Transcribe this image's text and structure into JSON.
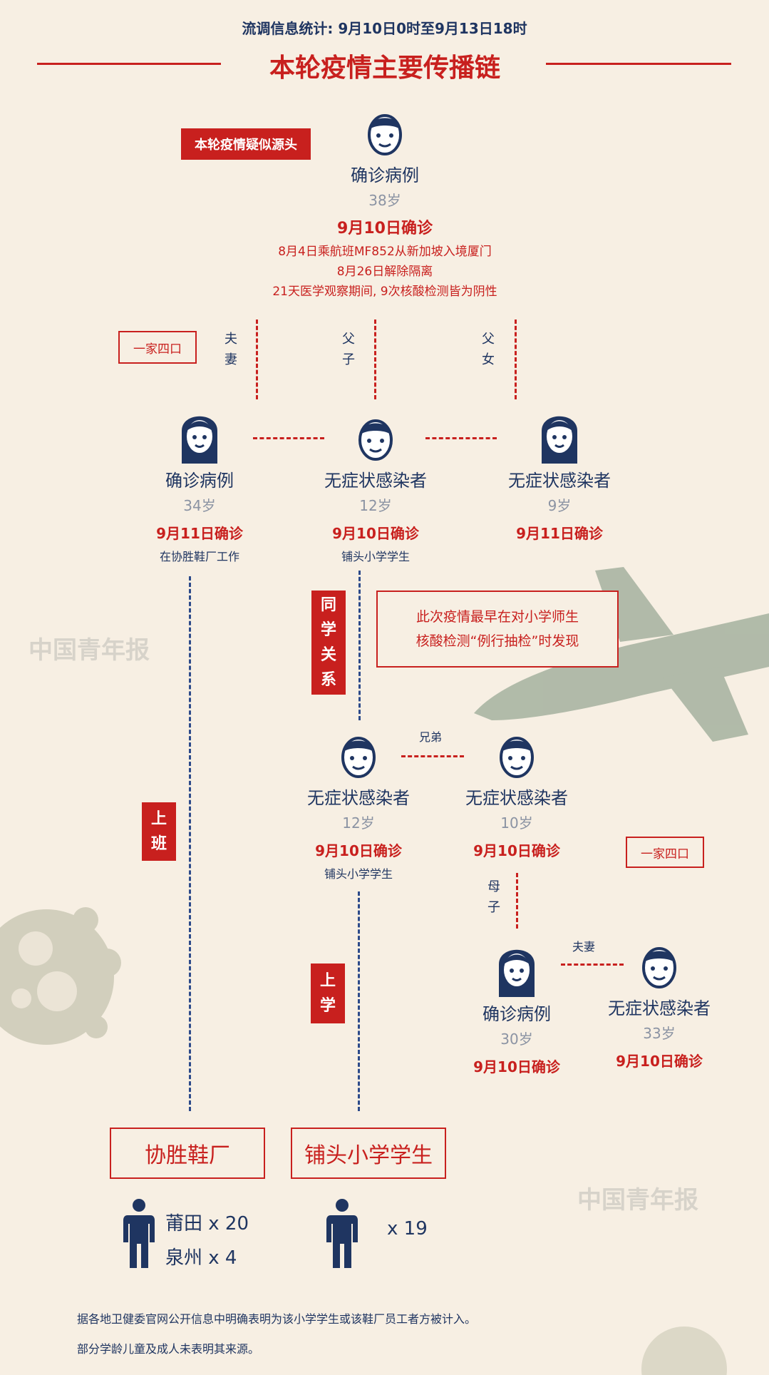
{
  "header": {
    "stats_note": "流调信息统计: 9月10日0时至9月13日18时",
    "title": "本轮疫情主要传播链"
  },
  "source": {
    "tag": "本轮疫情疑似源头",
    "type": "确诊病例",
    "age": "38岁",
    "date": "9月10日确诊",
    "note1": "8月4日乘航班MF852从新加坡入境厦门",
    "note2": "8月26日解除隔离",
    "note3": "21天医学观察期间, 9次核酸检测皆为阴性"
  },
  "family1": {
    "tag": "一家四口",
    "rel_spouse": [
      "夫",
      "妻"
    ],
    "rel_son": [
      "父",
      "子"
    ],
    "rel_daughter": [
      "父",
      "女"
    ],
    "mother": {
      "type": "确诊病例",
      "age": "34岁",
      "date": "9月11日确诊",
      "note": "在协胜鞋厂工作"
    },
    "son": {
      "type": "无症状感染者",
      "age": "12岁",
      "date": "9月10日确诊",
      "note": "铺头小学学生"
    },
    "daughter": {
      "type": "无症状感染者",
      "age": "9岁",
      "date": "9月11日确诊"
    }
  },
  "classmate": {
    "tag": [
      "同",
      "学",
      "关",
      "系"
    ],
    "notice_line1": "此次疫情最早在对小学师生",
    "notice_line2": "核酸检测“例行抽检”时发现"
  },
  "brothers": {
    "rel": "兄弟",
    "left": {
      "type": "无症状感染者",
      "age": "12岁",
      "date": "9月10日确诊",
      "note": "铺头小学学生"
    },
    "right": {
      "type": "无症状感染者",
      "age": "10岁",
      "date": "9月10日确诊"
    }
  },
  "family2": {
    "tag": "一家四口",
    "rel_mother_son": [
      "母",
      "子"
    ],
    "rel_spouse": "夫妻",
    "mother": {
      "type": "确诊病例",
      "age": "30岁",
      "date": "9月10日确诊"
    },
    "father": {
      "type": "无症状感染者",
      "age": "33岁",
      "date": "9月10日确诊"
    }
  },
  "work_tag": [
    "上",
    "班"
  ],
  "school_tag": [
    "上",
    "学"
  ],
  "destinations": {
    "factory": "协胜鞋厂",
    "school": "铺头小学学生",
    "factory_counts": [
      "莆田 x 20",
      "泉州 x 4"
    ],
    "school_count": "x 19"
  },
  "footnotes": [
    "据各地卫健委官网公开信息中明确表明为该小学学生或该鞋厂员工者方被计入。",
    "部分学龄儿童及成人未表明其来源。"
  ],
  "watermark": "中国青年报",
  "colors": {
    "accent": "#c8201e",
    "navy": "#1f3561",
    "background": "#f7efe3"
  }
}
